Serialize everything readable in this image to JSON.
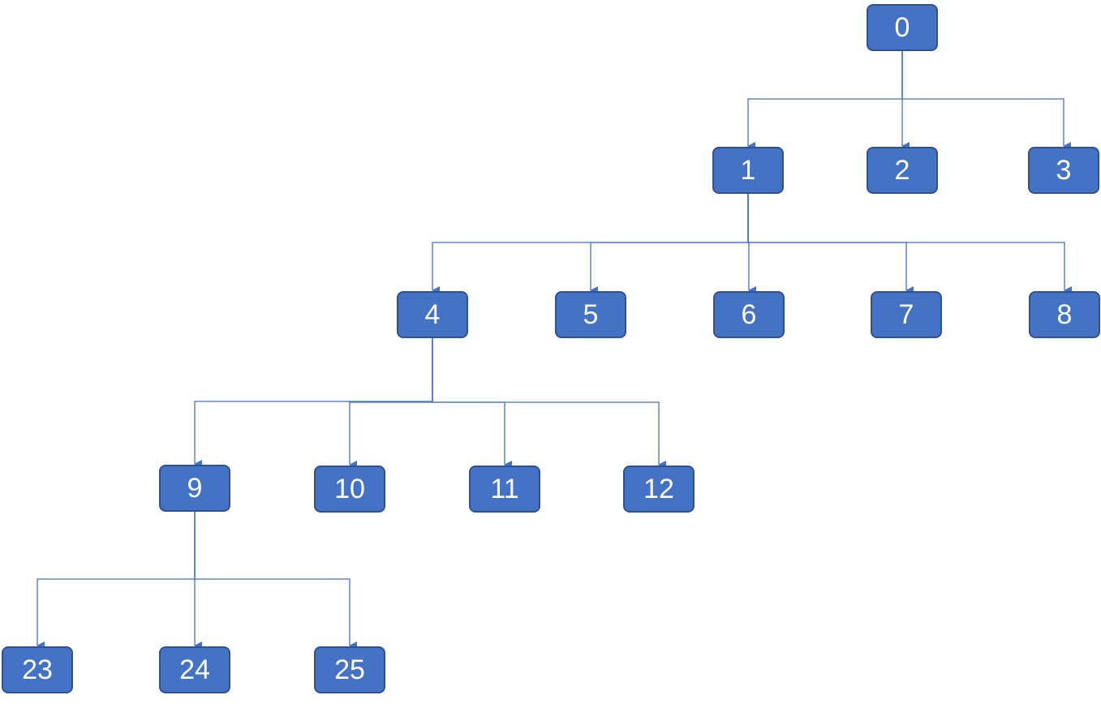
{
  "style": {
    "node_fill": "#4472c4",
    "node_border": "#2f528f",
    "edge_color": "#4472c4",
    "text_color": "#ffffff"
  },
  "nodes": {
    "n0": "0",
    "n1": "1",
    "n2": "2",
    "n3": "3",
    "n4": "4",
    "n5": "5",
    "n6": "6",
    "n7": "7",
    "n8": "8",
    "n9": "9",
    "n10": "10",
    "n11": "11",
    "n12": "12",
    "n23": "23",
    "n24": "24",
    "n25": "25"
  },
  "edges": [
    [
      "0",
      "1"
    ],
    [
      "0",
      "2"
    ],
    [
      "0",
      "3"
    ],
    [
      "1",
      "4"
    ],
    [
      "1",
      "5"
    ],
    [
      "1",
      "6"
    ],
    [
      "1",
      "7"
    ],
    [
      "1",
      "8"
    ],
    [
      "4",
      "9"
    ],
    [
      "4",
      "10"
    ],
    [
      "4",
      "11"
    ],
    [
      "4",
      "12"
    ],
    [
      "9",
      "23"
    ],
    [
      "9",
      "24"
    ],
    [
      "9",
      "25"
    ]
  ]
}
